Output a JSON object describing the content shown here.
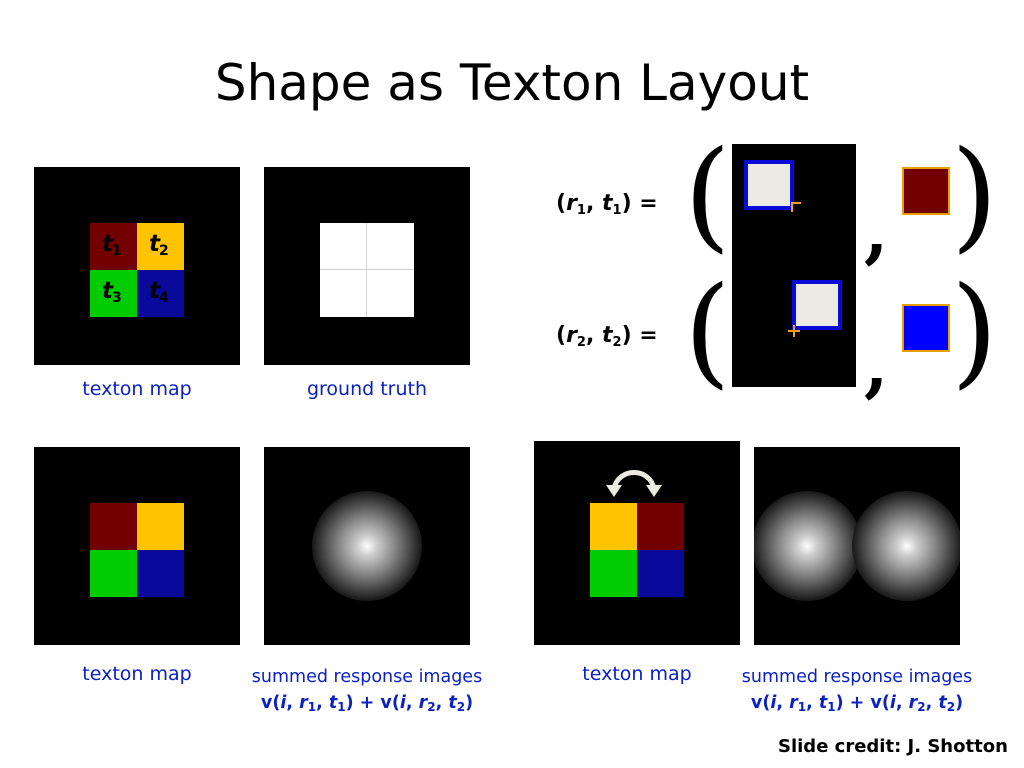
{
  "slide": {
    "title": "Shape as Texton Layout",
    "credit": "Slide credit: J. Shotton"
  },
  "captions": {
    "texton_map": "texton map",
    "ground_truth": "ground truth",
    "summed_response": "summed response images",
    "formula_parts": [
      "v(",
      "i",
      ", ",
      "r",
      "1",
      ", ",
      "t",
      "1",
      ") + ",
      "v(",
      "i",
      ", ",
      "r",
      "2",
      ", ",
      "t",
      "2",
      ")"
    ]
  },
  "texton_labels": {
    "t1": {
      "letter": "t",
      "sub": "1"
    },
    "t2": {
      "letter": "t",
      "sub": "2"
    },
    "t3": {
      "letter": "t",
      "sub": "3"
    },
    "t4": {
      "letter": "t",
      "sub": "4"
    }
  },
  "pairs": {
    "r1t1": {
      "open": "(",
      "r": "r",
      "r_sub": "1",
      "sep": ", ",
      "t": "t",
      "t_sub": "1",
      "close": ") ="
    },
    "r2t2": {
      "open": "(",
      "r": "r",
      "r_sub": "2",
      "sep": ", ",
      "t": "t",
      "t_sub": "2",
      "close": ") ="
    }
  },
  "glyphs": {
    "open_paren": "(",
    "close_paren": ")",
    "comma": ","
  },
  "colors": {
    "t1": "#720000",
    "t2": "#ffc300",
    "t3": "#00cc00",
    "t4": "#0a0a9a",
    "caption_blue": "#0a21c4",
    "highlight_blue": "#0a0ad8",
    "offset_orange": "#f0a020",
    "swatch_blue": "#0000ff"
  }
}
